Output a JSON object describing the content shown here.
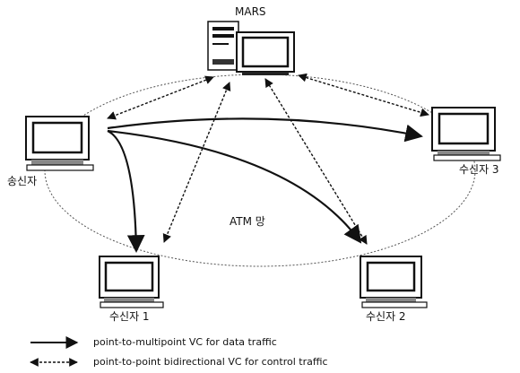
{
  "nodes": {
    "mars": {
      "label": "MARS"
    },
    "sender": {
      "label": "송신자"
    },
    "receiver1": {
      "label": "수신자 1"
    },
    "receiver2": {
      "label": "수신자 2"
    },
    "receiver3": {
      "label": "수신자 3"
    }
  },
  "network": {
    "label": "ATM 망"
  },
  "legend": [
    {
      "kind": "solid-arrow",
      "text": "point-to-multipoint VC for data traffic"
    },
    {
      "kind": "dashed-double-arrow",
      "text": "point-to-point bidirectional VC for control traffic"
    }
  ]
}
